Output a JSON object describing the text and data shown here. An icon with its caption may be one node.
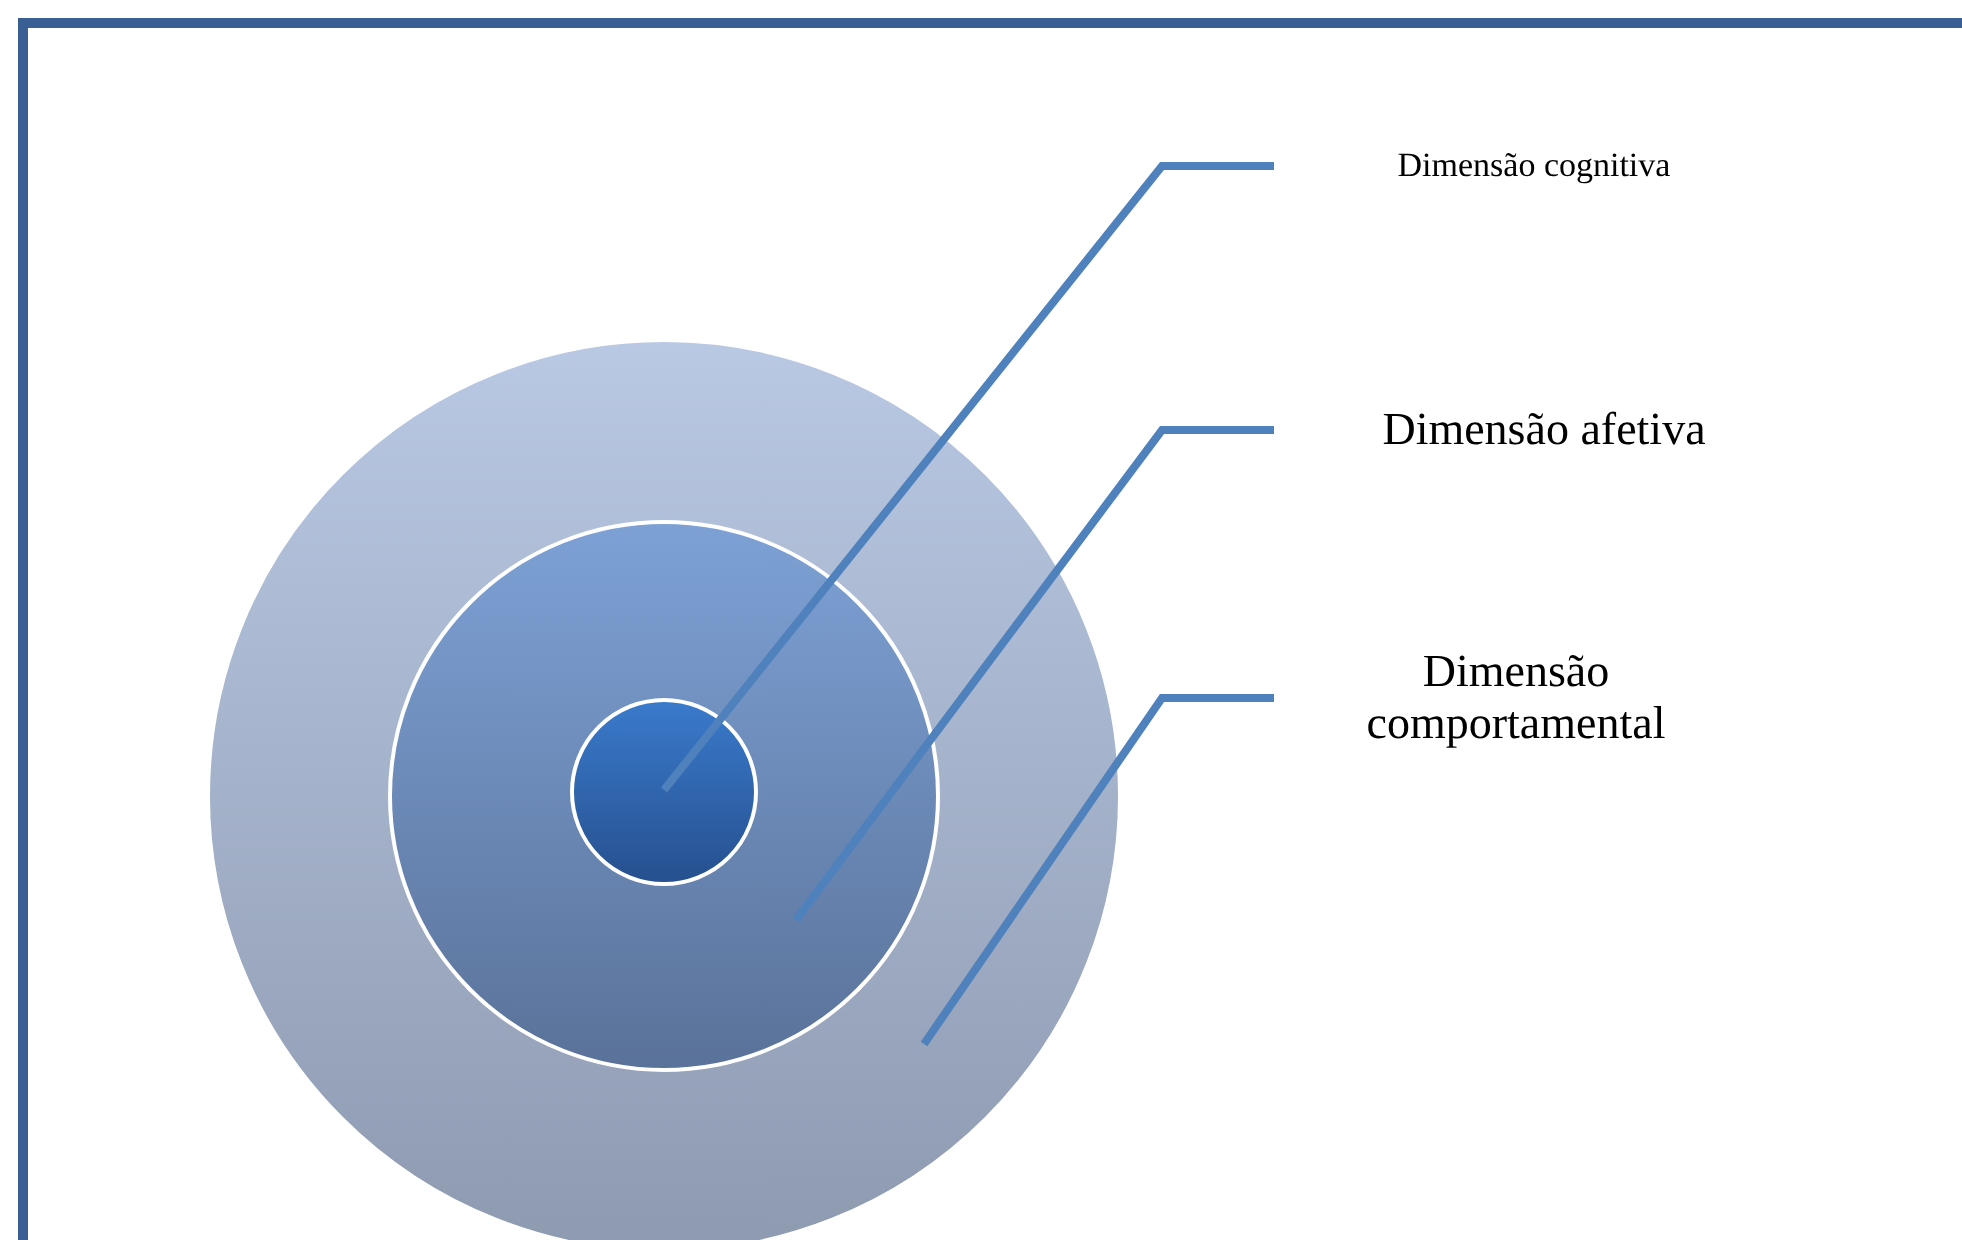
{
  "diagram": {
    "nodes": [
      {
        "text": [],
        "shape": "circle"
      },
      {
        "text": [],
        "shape": "circle",
        "in": 0
      },
      {
        "text": [],
        "shape": "circle",
        "in": 1
      },
      {
        "text": [
          "Dimensão cognitiva"
        ]
      },
      {
        "text": [
          "Dimensão afetiva"
        ]
      },
      {
        "text": [
          "Dimensão comportamental"
        ]
      }
    ],
    "edges": [
      {
        "from": 3,
        "to": 2,
        "arrow": "none"
      },
      {
        "from": 4,
        "to": 1,
        "arrow": "none"
      },
      {
        "from": 5,
        "to": 0,
        "arrow": "none"
      }
    ]
  }
}
